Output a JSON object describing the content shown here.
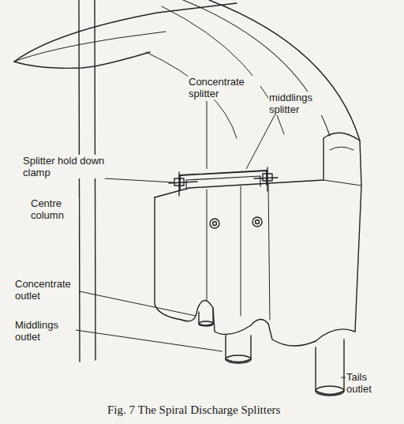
{
  "diagram": {
    "caption": "Fig. 7 The Spiral Discharge Splitters",
    "labels": [
      "Concentrate splitter",
      "middlings splitter",
      "Splitter hold down clamp",
      "Centre column",
      "Concentrate outlet",
      "Middlings outlet",
      "Tails outlet"
    ]
  }
}
